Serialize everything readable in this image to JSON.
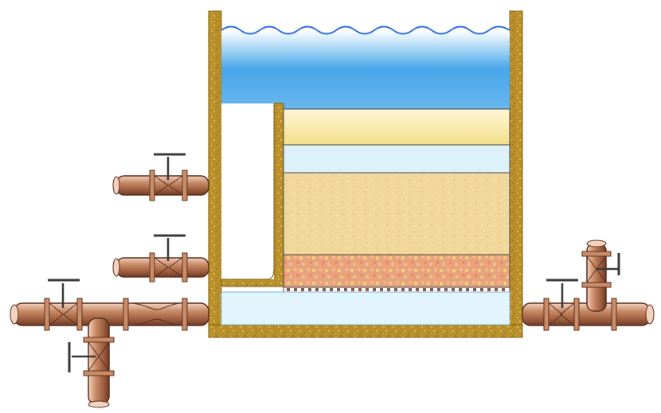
{
  "diagram": {
    "type": "filter-tank-schematic",
    "colors": {
      "background": "#ffffff",
      "tank_wall": "#b88f2a",
      "water_top": "#e9f7ff",
      "water_bottom": "#48a6e9",
      "wave": "#2d6fe0",
      "clear_water_layer": "#f5e9a6",
      "light_water_layer": "#ddf1f8",
      "sand_layer": "#f0d79c",
      "gravel_layer": "#e7a47c",
      "underdrain_plenum": "#e2f4fc",
      "pipe": "#bb7a55",
      "pipe_highlight": "#f2d2c0",
      "pipe_shadow": "#7b452d",
      "valve_handle": "#3a3a3a"
    },
    "components": [
      {
        "name": "filter-tank",
        "label": ""
      },
      {
        "name": "water-surface-waves",
        "label": ""
      },
      {
        "name": "wash-water-trough",
        "label": ""
      },
      {
        "name": "filter-sand-layer",
        "label": ""
      },
      {
        "name": "gravel-support-layer",
        "label": ""
      },
      {
        "name": "underdrain-plenum",
        "label": ""
      },
      {
        "name": "influent-pipe-upper",
        "label": ""
      },
      {
        "name": "washwater-outlet-pipe",
        "label": ""
      },
      {
        "name": "filtered-water-outlet-pipe",
        "label": ""
      },
      {
        "name": "drain-pipe",
        "label": ""
      },
      {
        "name": "backwash-inlet-pipe",
        "label": ""
      }
    ]
  }
}
